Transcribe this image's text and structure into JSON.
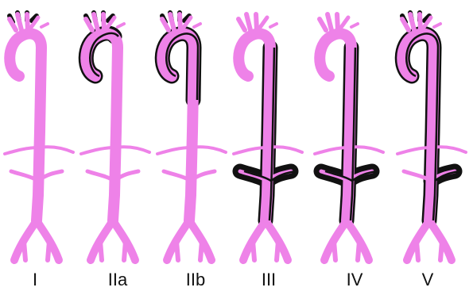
{
  "figure": {
    "colors": {
      "aorta": "#ee82e8",
      "dissection": "#111111",
      "background": "#ffffff"
    },
    "panels": [
      {
        "label": "I",
        "false_lumen": "none"
      },
      {
        "label": "IIa",
        "false_lumen": "ascending aorta"
      },
      {
        "label": "IIb",
        "false_lumen": "ascending aorta and arch"
      },
      {
        "label": "III",
        "false_lumen": "descending aorta"
      },
      {
        "label": "IV",
        "false_lumen": "descending aorta"
      },
      {
        "label": "V",
        "false_lumen": "entire aorta"
      }
    ]
  }
}
